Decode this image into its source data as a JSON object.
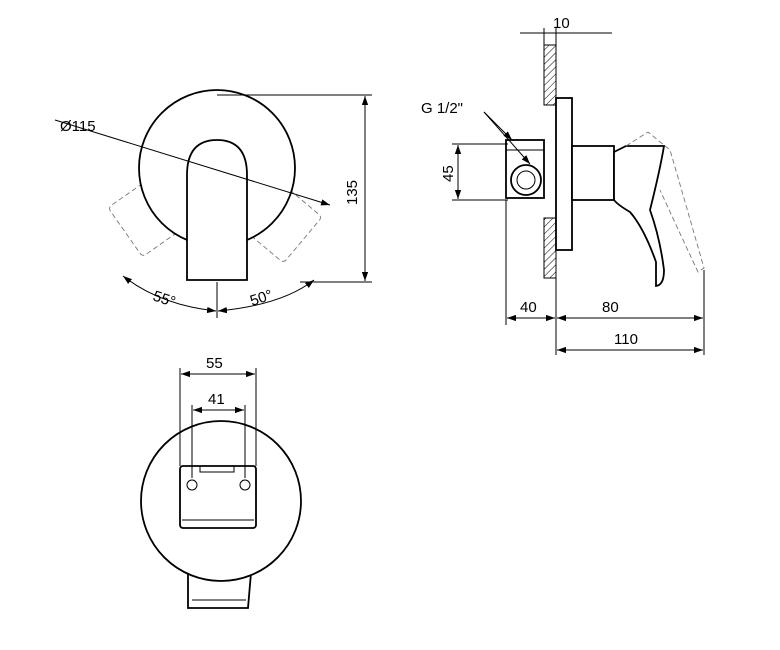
{
  "dimensions": {
    "diameter": "Ø115",
    "height": "135",
    "angle_left": "55°",
    "angle_right": "50°",
    "wall_thickness": "10",
    "thread": "G 1/2\"",
    "connection_height": "45",
    "depth_wall": "40",
    "depth_body": "80",
    "depth_total": "110",
    "width_outer": "55",
    "width_inner": "41"
  }
}
